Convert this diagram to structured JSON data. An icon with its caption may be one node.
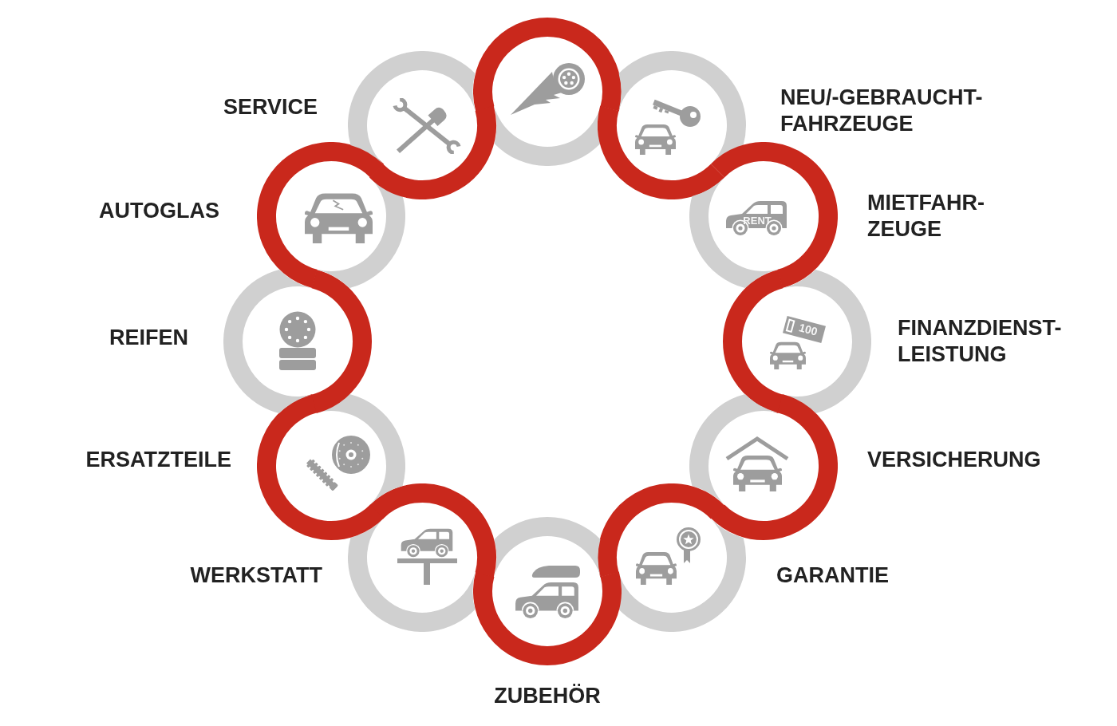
{
  "diagram": {
    "nodes": [
      {
        "text": [],
        "shape": "circle"
      },
      {
        "text": [
          "NEU/-GEBRAUCHT- FAHRZEUGE"
        ]
      },
      {
        "text": [
          "RENT",
          "MIETFAHR- ZEUGE"
        ]
      },
      {
        "text": [
          "100",
          "FINANZDIENST- LEISTUNG"
        ]
      },
      {
        "text": [
          "VERSICHERUNG"
        ]
      },
      {
        "text": [
          "GARANTIE"
        ]
      },
      {
        "text": [
          "ZUBEHÖR"
        ]
      },
      {
        "text": [
          "WERKSTATT"
        ]
      },
      {
        "text": [
          "ERSATZTEILE"
        ]
      },
      {
        "text": [
          "REIFEN"
        ]
      },
      {
        "text": [
          "AUTOGLAS"
        ]
      },
      {
        "text": [
          "SERVICE"
        ]
      }
    ]
  }
}
